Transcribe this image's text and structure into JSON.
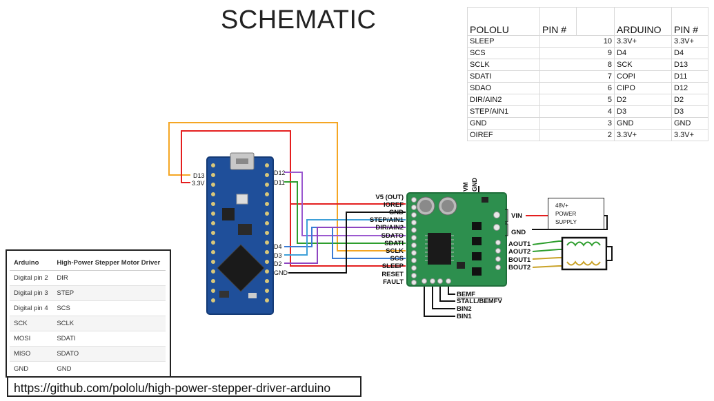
{
  "title": "SCHEMATIC",
  "pololu_table": {
    "headers": [
      "POLOLU",
      "PIN #",
      "",
      "ARDUINO",
      "PIN #"
    ],
    "rows": [
      [
        "SLEEP",
        "10",
        "3.3V+",
        "3.3V+"
      ],
      [
        "SCS",
        "9",
        "D4",
        "D4"
      ],
      [
        "SCLK",
        "8",
        "SCK",
        "D13"
      ],
      [
        "SDATI",
        "7",
        "COPI",
        "D11"
      ],
      [
        "SDAO",
        "6",
        "CIPO",
        "D12"
      ],
      [
        "DIR/AIN2",
        "5",
        "D2",
        "D2"
      ],
      [
        "STEP/AIN1",
        "4",
        "D3",
        "D3"
      ],
      [
        "GND",
        "3",
        "GND",
        "GND"
      ],
      [
        "OIREF",
        "2",
        "3.3V+",
        "3.3V+"
      ]
    ]
  },
  "arduino_labels": {
    "d13": "D13",
    "v33": "3.3V",
    "d12": "D12",
    "d11": "D11",
    "d4": "D4",
    "d3": "D3",
    "d2": "D2",
    "gnd": "GND"
  },
  "driver_left_labels": {
    "v5": "V5 (OUT)",
    "ioref": "IOREF",
    "gnd": "GND",
    "step": "STEP/AIN1",
    "dir": "DIR/AIN2",
    "sdato": "SDATO",
    "sdati": "SDATI",
    "scs": "SCS",
    "sclk": "SCLK",
    "sleep": "SLEEP",
    "reset": "RESET",
    "fault": "FAULT"
  },
  "driver_top_labels": {
    "vm": "VM",
    "gnd": "GND"
  },
  "driver_right_labels": {
    "vin": "VIN",
    "gnd": "GND",
    "aout1": "AOUT1",
    "aout2": "AOUT2",
    "bout1": "BOUT1",
    "bout2": "BOUT2"
  },
  "driver_bottom_labels": {
    "bemf": "BEMF",
    "stall": "STALL/BEMFV",
    "bin2": "BIN2",
    "bin1": "BIN1"
  },
  "power_box": {
    "line1": "48V+",
    "line2": "POWER",
    "line3": "SUPPLY"
  },
  "mapping_table": {
    "headers": [
      "Arduino",
      "High-Power Stepper Motor Driver"
    ],
    "rows": [
      [
        "Digital pin 2",
        "DIR"
      ],
      [
        "Digital pin 3",
        "STEP"
      ],
      [
        "Digital pin 4",
        "SCS"
      ],
      [
        "SCK",
        "SCLK"
      ],
      [
        "MOSI",
        "SDATI"
      ],
      [
        "MISO",
        "SDATO"
      ],
      [
        "GND",
        "GND"
      ]
    ]
  },
  "url": "https://github.com/pololu/high-power-stepper-driver-arduino",
  "colors": {
    "red": "#e41e1e",
    "orange": "#f5a623",
    "green": "#2e9e2e",
    "purple": "#9b59d0",
    "blue": "#3a7bd5",
    "black": "#111111",
    "board_blue": "#1f4f9a",
    "driver_green": "#2d8f4e",
    "motor_gold": "#c9a227"
  }
}
